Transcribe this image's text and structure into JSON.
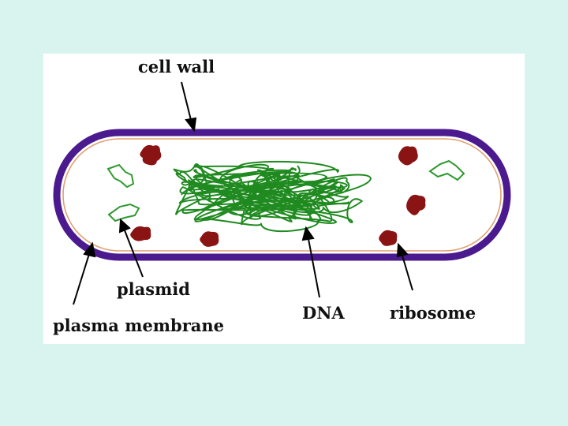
{
  "labels": {
    "cell_wall": "cell wall",
    "plasma_membrane": "plasma membrane",
    "plasmid": "plasmid",
    "dna": "DNA",
    "ribosome": "ribosome"
  },
  "colors": {
    "background": "#d9f3ef",
    "cell_wall": "#4b1a8e",
    "plasma_membrane": "#e0a070",
    "dna": "#1f8a1f",
    "plasmid": "#2e9a2e",
    "ribosome": "#8a1414",
    "arrow": "#000000"
  }
}
